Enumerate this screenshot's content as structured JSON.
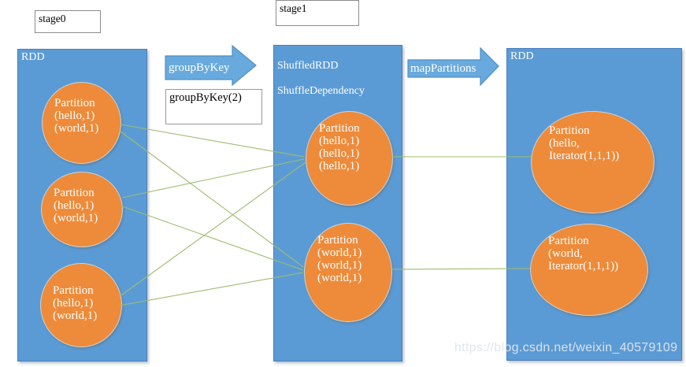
{
  "colors": {
    "container_blue": "#5b9bd5",
    "container_border_blue": "#4a7ebb",
    "partition_orange": "#ed8b3a",
    "arrow_fill_blue": "#68aadd",
    "arrow_stroke_blue": "#4e8fc7",
    "connector_green": "#9fbb6e",
    "watermark_gray": "#dfe5ec"
  },
  "stage0": {
    "label": "stage0"
  },
  "stage1": {
    "label": "stage1"
  },
  "left_rdd": {
    "title": "RDD",
    "partitions": [
      {
        "lines": [
          "Partition",
          "(hello,1)",
          "(world,1)"
        ]
      },
      {
        "lines": [
          "Partition",
          "(hello,1)",
          "(world,1)"
        ]
      },
      {
        "lines": [
          "Partition",
          "(hello,1)",
          "(world,1)"
        ]
      }
    ]
  },
  "group_by_key_arrow": {
    "label": "groupByKey"
  },
  "group_by_key_box": {
    "label": "groupByKey(2)"
  },
  "shuffled_rdd": {
    "title_lines": [
      "ShuffledRDD",
      "ShuffleDependency"
    ],
    "partitions": [
      {
        "lines": [
          "Partition",
          "(hello,1)",
          "(hello,1)",
          "(hello,1)"
        ]
      },
      {
        "lines": [
          "Partition",
          "(world,1)",
          "(world,1)",
          "(world,1)"
        ]
      }
    ]
  },
  "map_partitions_arrow": {
    "label": "mapPartitions"
  },
  "right_rdd": {
    "title": "RDD",
    "partitions": [
      {
        "lines": [
          "Partition",
          "(hello,",
          "Iterator(1,1,1))"
        ]
      },
      {
        "lines": [
          "Partition",
          "(world,",
          "Iterator(1,1,1))"
        ]
      }
    ]
  },
  "watermark": "https://blog.csdn.net/weixin_40579109"
}
